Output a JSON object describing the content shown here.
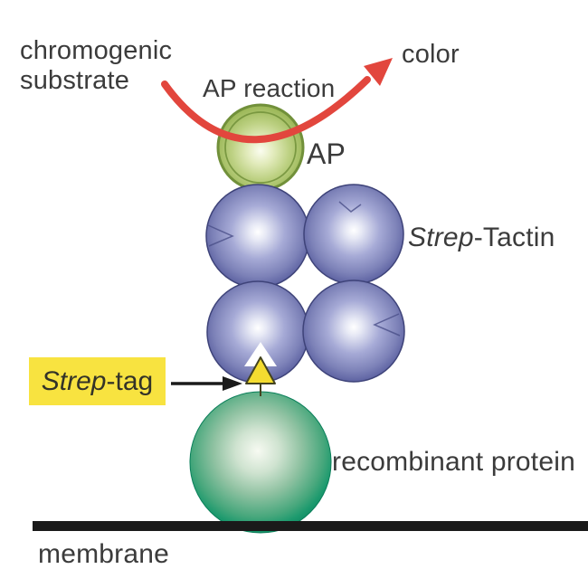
{
  "diagram_title": "Strep-tag / Strep-Tactin AP detection on membrane",
  "labels": {
    "chromogenic_line1": "chromogenic",
    "chromogenic_line2": "substrate",
    "ap_reaction": "AP reaction",
    "color_product": "color",
    "ap_enzyme": "AP",
    "strep_tactin_italic": "Strep",
    "strep_tactin_rest": "-Tactin",
    "strep_tag_italic": "Strep",
    "strep_tag_rest": "-tag",
    "recombinant_protein": "recombinant protein",
    "membrane": "membrane"
  },
  "icons": {
    "reaction_arrow": "curved-red-arrow-icon",
    "pointer_arrow": "black-right-arrow-icon",
    "strep_tag_shape": "yellow-triangle"
  },
  "colors": {
    "text": "#3b3b3b",
    "reaction_arrow_red": "#e2463d",
    "ap_sphere_green": "#9cb858",
    "ap_sphere_ring": "#71903a",
    "strep_tactin_blue": "#9196c8",
    "strep_tactin_edge": "#3e4379",
    "protein_green_rim": "#0f8a64",
    "strep_tag_yellow": "#f4dc30",
    "label_highlight_yellow": "#f8e340",
    "membrane_black": "#1a1a1a"
  }
}
